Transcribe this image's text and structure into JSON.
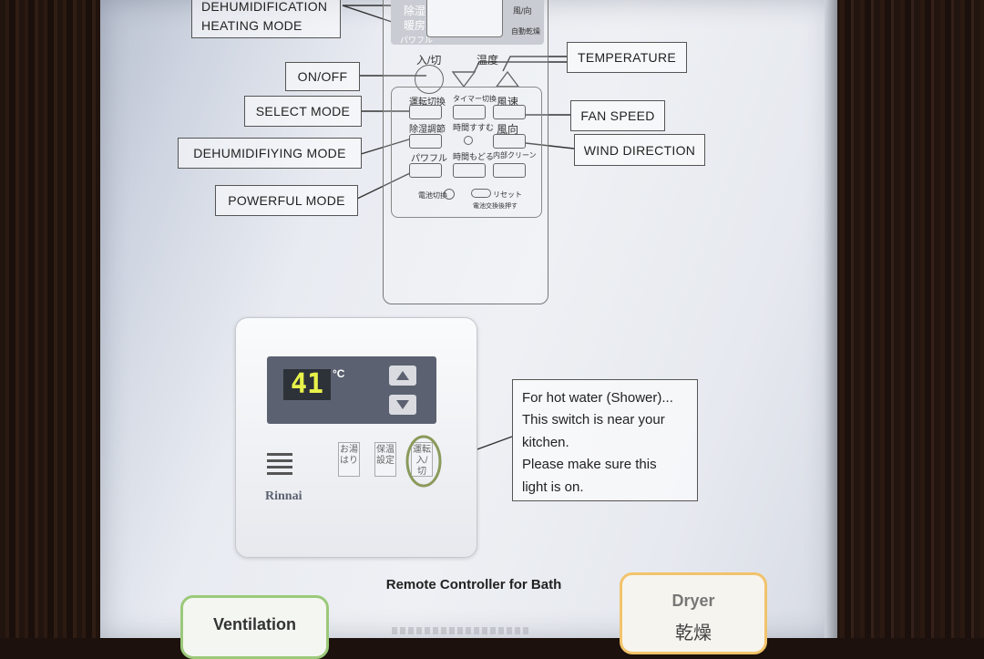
{
  "remote_labels": {
    "dehumidification": "DEHUMIDIFICATION",
    "heating_mode": "HEATING MODE",
    "on_off": "ON/OFF",
    "select_mode": "SELECT MODE",
    "dehumidifying_mode": "DEHUMIDIFIYING MODE",
    "powerful_mode": "POWERFUL MODE",
    "temperature": "TEMPERATURE",
    "fan_speed": "FAN SPEED",
    "wind_direction": "WIND DIRECTION"
  },
  "remote_buttons": {
    "top_left_1": "除湿",
    "top_left_2": "暖房",
    "top_left_3": "パワフル",
    "top_right_1": "風/向",
    "top_right_2": "自動乾燥",
    "power": "入/切",
    "temp": "温度",
    "mode": "運転切換",
    "timer": "タイマー切換",
    "fan": "風速",
    "dehum": "除湿調節",
    "cancel": "時間すすむ",
    "wind": "風向",
    "powerful": "パワフル",
    "back": "時間もどる",
    "clean": "内部クリーン",
    "battery": "電池切換",
    "reset": "リセット",
    "battery_note": "電池交換後押す"
  },
  "bath_controller": {
    "temperature": "41",
    "unit": "°C",
    "logo": "Rinnai",
    "button_1": "お湯はり",
    "button_2": "保温設定",
    "button_3": "運転入/切"
  },
  "note": {
    "line1": "For hot water (Shower)...",
    "line2": "This switch is near your",
    "line3": "kitchen.",
    "line4": "Please make sure this",
    "line5": "light is on."
  },
  "caption": "Remote Controller for Bath",
  "ventilation": "Ventilation",
  "dryer": {
    "en": "Dryer",
    "jp": "乾燥"
  },
  "colors": {
    "ventilation_border": "#9bc97a",
    "dryer_border": "#f2c36b",
    "display_digits": "#e8f24a",
    "highlight_circle": "#8a9a5b"
  }
}
